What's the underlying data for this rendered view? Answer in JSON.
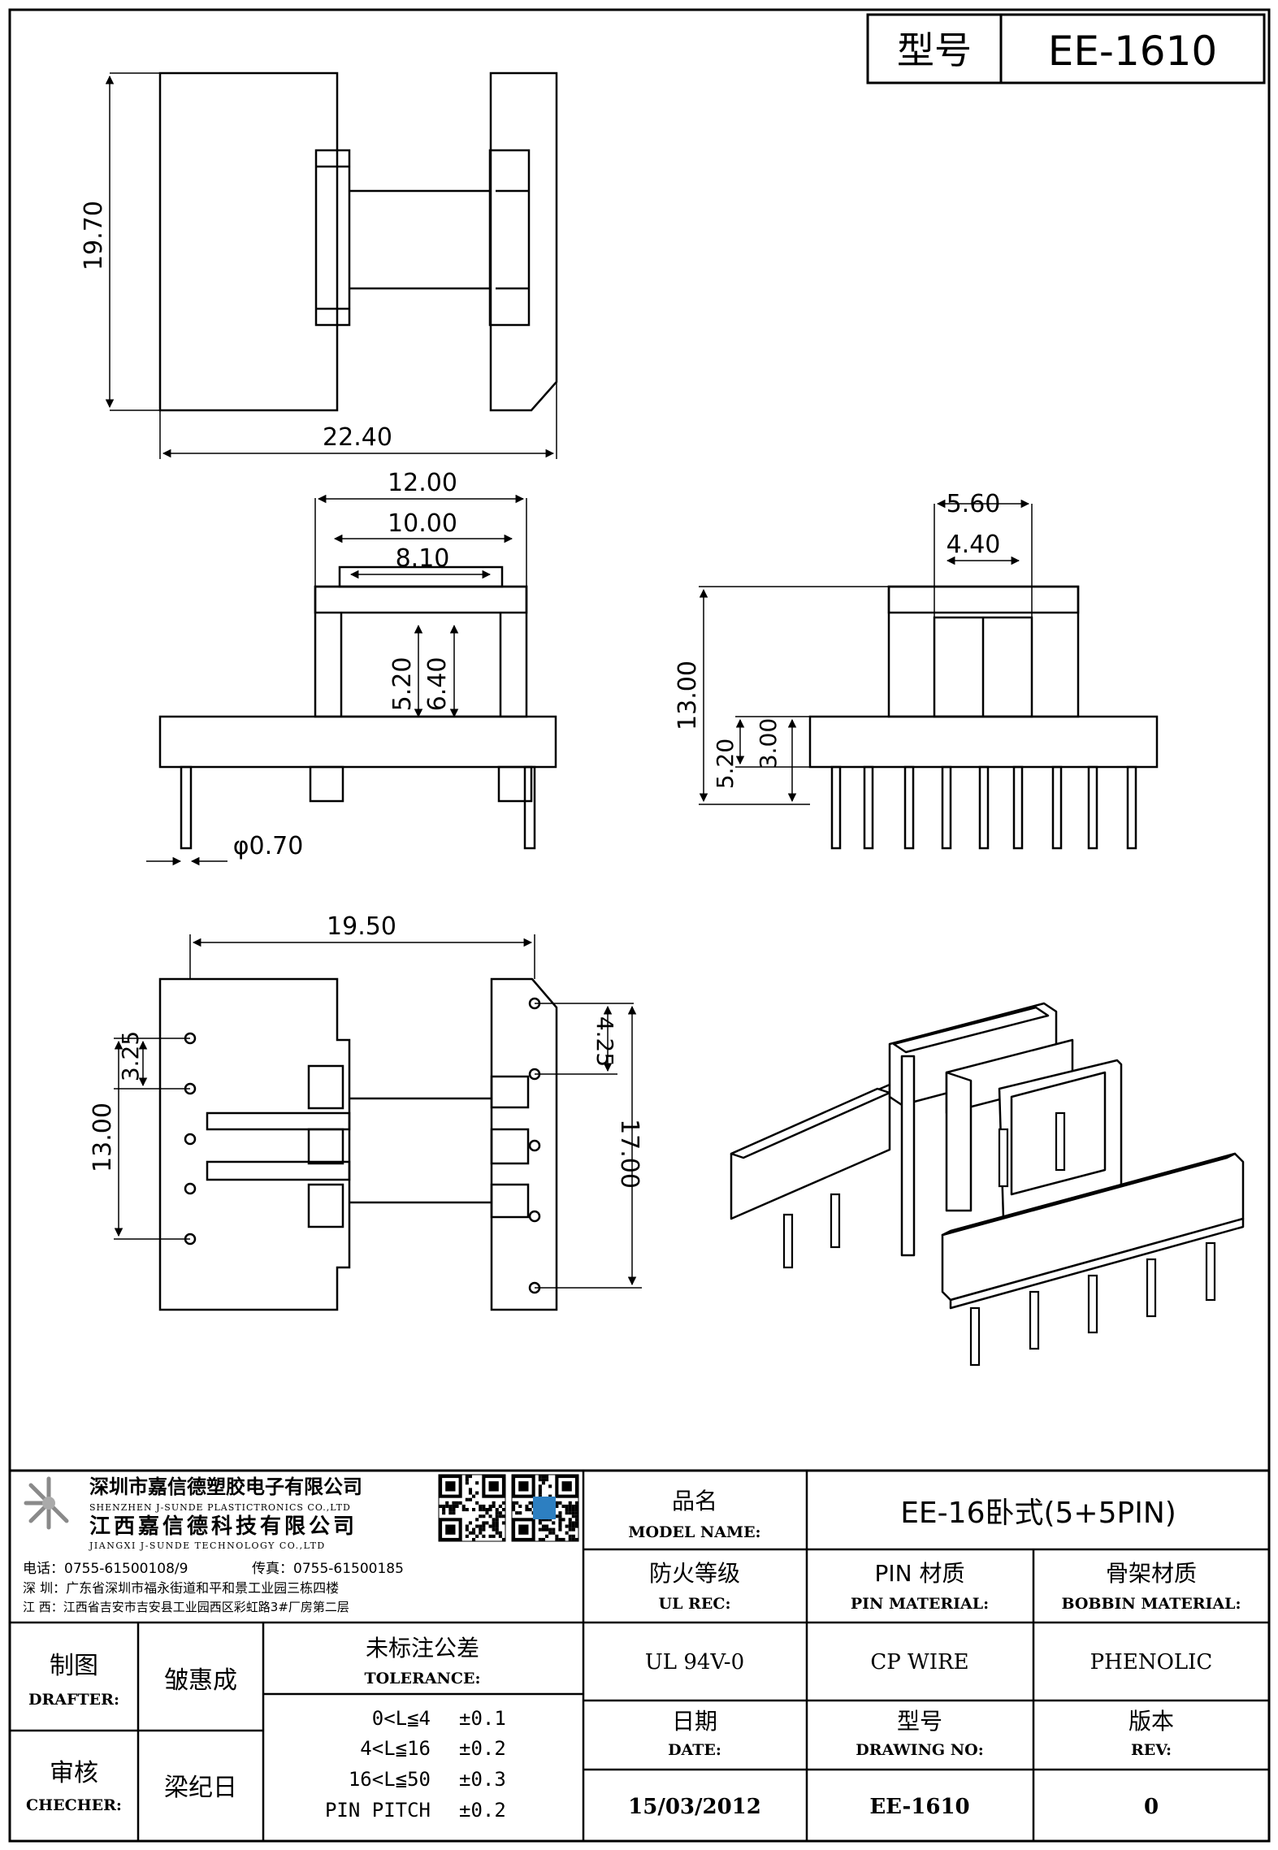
{
  "header": {
    "model_label": "型号",
    "model_value": "EE-1610"
  },
  "dims": {
    "A": "19.70",
    "B": "22.40",
    "C": "12.00",
    "D": "10.00",
    "E": "8.10",
    "F": "5.20",
    "G": "6.40",
    "H": "φ0.70",
    "I": "5.60",
    "J": "4.40",
    "K": "13.00",
    "L": "3.00",
    "M": "19.50",
    "N": "5.20",
    "O": "3.25",
    "P": "13.00",
    "Q": "4.25",
    "R": "17.00"
  },
  "company": {
    "name_sz": "深圳市嘉信德塑胶电子有限公司",
    "name_sz_en": "SHENZHEN J-SUNDE PLASTICTRONICS CO.,LTD",
    "name_jx": "江西嘉信德科技有限公司",
    "name_jx_en": "JIANGXI J-SUNDE TECHNOLOGY CO.,LTD",
    "tel": "电话：0755-61500108/9",
    "fax": "传真：0755-61500185",
    "addr_sz": "深 圳：广东省深圳市福永街道和平和景工业园三栋四楼",
    "addr_jx": "江 西：江西省吉安市吉安县工业园西区彩虹路3#厂房第二层"
  },
  "title_block": {
    "model_name_cn": "品名",
    "model_name_en": "MODEL NAME:",
    "model_name_value": "EE-16卧式(5+5PIN)",
    "ul_cn": "防火等级",
    "ul_en": "UL REC:",
    "ul_value": "UL 94V-0",
    "pin_cn": "PIN 材质",
    "pin_en": "PIN MATERIAL:",
    "pin_value": "CP WIRE",
    "bobbin_cn": "骨架材质",
    "bobbin_en": "BOBBIN MATERIAL:",
    "bobbin_value": "PHENOLIC",
    "date_cn": "日期",
    "date_en": "DATE:",
    "date_value": "15/03/2012",
    "drawing_cn": "型号",
    "drawing_en": "DRAWING NO:",
    "drawing_value": "EE-1610",
    "rev_cn": "版本",
    "rev_en": "REV:",
    "rev_value": "0",
    "drafter_cn": "制图",
    "drafter_en": "DRAFTER:",
    "drafter_value": "皱惠成",
    "checker_cn": "审核",
    "checker_en": "CHECHER:",
    "checker_value": "梁纪日",
    "tolerance_cn": "未标注公差",
    "tolerance_en": "TOLERANCE:",
    "tolerances": [
      {
        "range": "0<L≦4",
        "value": "±0.1"
      },
      {
        "range": "4<L≦16",
        "value": "±0.2"
      },
      {
        "range": "16<L≦50",
        "value": "±0.3"
      },
      {
        "range": "PIN PITCH",
        "value": "±0.2"
      }
    ]
  }
}
